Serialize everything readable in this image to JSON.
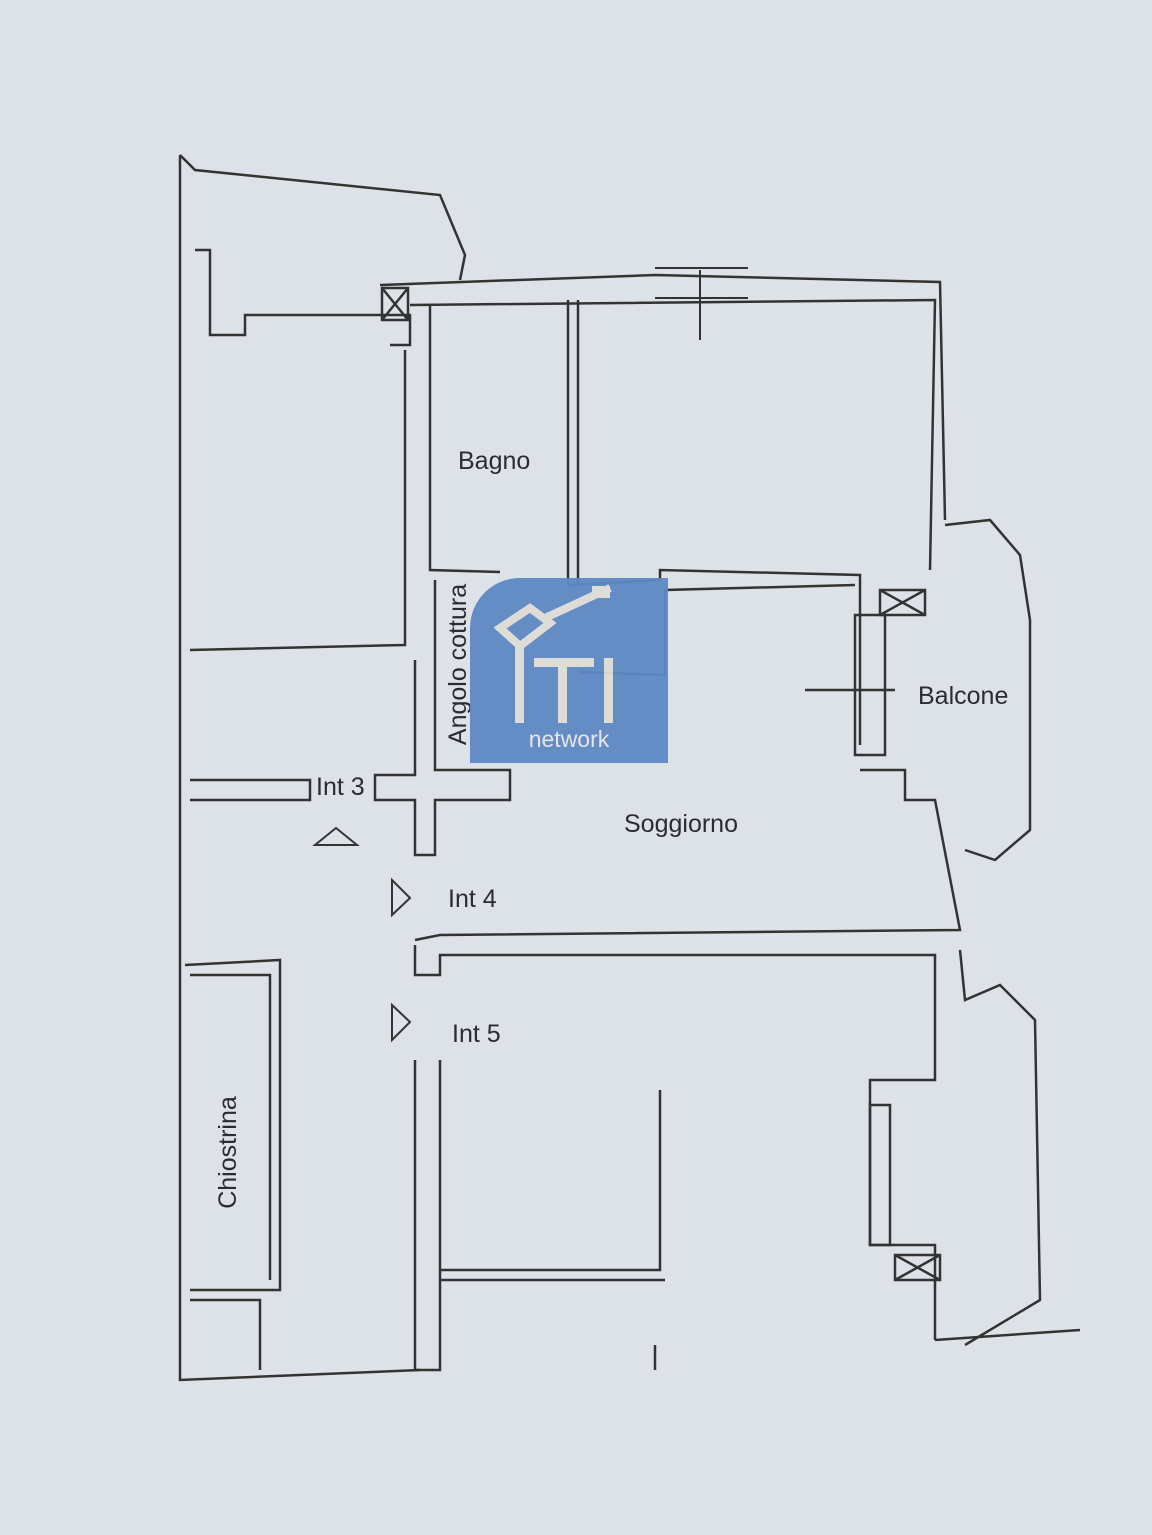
{
  "rooms": {
    "bagno": "Bagno",
    "angolo_cottura": "Angolo cottura",
    "balcone": "Balcone",
    "soggiorno": "Soggiorno",
    "chiostrina": "Chiostrina"
  },
  "doors": {
    "int3": "Int 3",
    "int4": "Int 4",
    "int5": "Int 5"
  },
  "watermark": {
    "brand": "ITI",
    "tagline": "network",
    "color": "#5f89c4"
  }
}
